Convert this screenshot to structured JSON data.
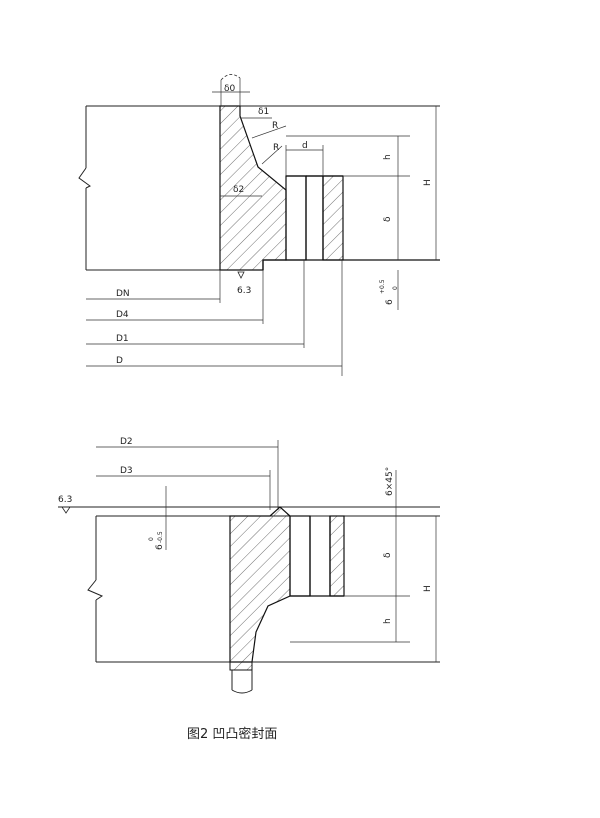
{
  "figure": {
    "caption": "图2  凹凸密封面"
  },
  "top_view": {
    "labels": {
      "delta0": "δ0",
      "delta1": "δ1",
      "r1": "R",
      "r2": "R",
      "d": "d",
      "h": "h",
      "H": "H",
      "delta": "δ",
      "delta2": "δ2",
      "surface": "6.3",
      "DN": "DN",
      "D4": "D4",
      "D1": "D1",
      "D": "D",
      "tol_base": "6",
      "tol_upper": "+0.5",
      "tol_lower": "0"
    }
  },
  "bottom_view": {
    "labels": {
      "D2": "D2",
      "D3": "D3",
      "surface": "6.3",
      "tol_base": "6",
      "tol_upper": "0",
      "tol_lower": "-0.5",
      "chamfer": "6×45°",
      "delta": "δ",
      "H": "H",
      "h": "h"
    }
  }
}
